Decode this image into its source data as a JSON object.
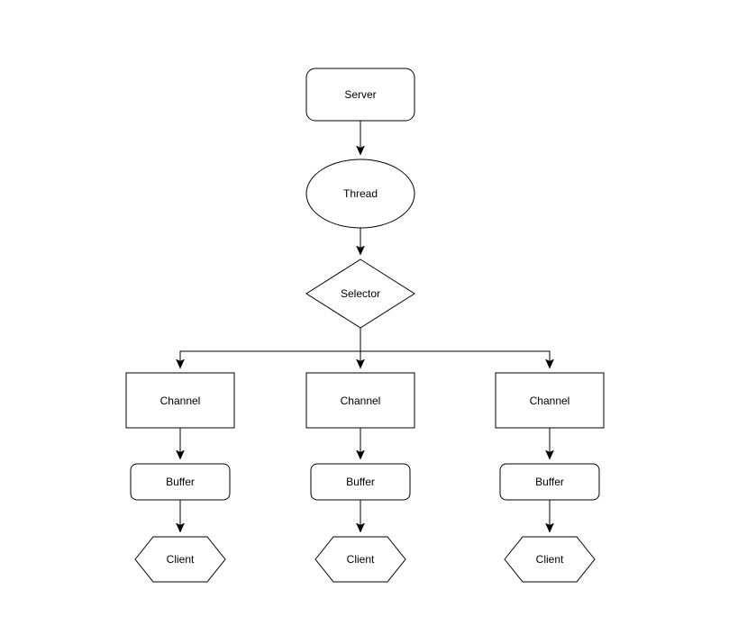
{
  "canvas": {
    "background_color": "#ffffff",
    "node_fill_color": "#ffffff",
    "node_stroke_color": "#000000",
    "label_color": "#000000",
    "arrow_color": "#000000"
  },
  "nodes": {
    "server": {
      "label": "Server",
      "shape": "rounded-rectangle"
    },
    "thread": {
      "label": "Thread",
      "shape": "ellipse"
    },
    "selector": {
      "label": "Selector",
      "shape": "diamond"
    },
    "channel1": {
      "label": "Channel",
      "shape": "rectangle"
    },
    "channel2": {
      "label": "Channel",
      "shape": "rectangle"
    },
    "channel3": {
      "label": "Channel",
      "shape": "rectangle"
    },
    "buffer1": {
      "label": "Buffer",
      "shape": "rounded-rectangle"
    },
    "buffer2": {
      "label": "Buffer",
      "shape": "rounded-rectangle"
    },
    "buffer3": {
      "label": "Buffer",
      "shape": "rounded-rectangle"
    },
    "client1": {
      "label": "Client",
      "shape": "hexagon"
    },
    "client2": {
      "label": "Client",
      "shape": "hexagon"
    },
    "client3": {
      "label": "Client",
      "shape": "hexagon"
    }
  },
  "edges": [
    {
      "from": "server",
      "to": "thread"
    },
    {
      "from": "thread",
      "to": "selector"
    },
    {
      "from": "selector",
      "to": "channel1"
    },
    {
      "from": "selector",
      "to": "channel2"
    },
    {
      "from": "selector",
      "to": "channel3"
    },
    {
      "from": "channel1",
      "to": "buffer1"
    },
    {
      "from": "channel2",
      "to": "buffer2"
    },
    {
      "from": "channel3",
      "to": "buffer3"
    },
    {
      "from": "buffer1",
      "to": "client1"
    },
    {
      "from": "buffer2",
      "to": "client2"
    },
    {
      "from": "buffer3",
      "to": "client3"
    }
  ]
}
